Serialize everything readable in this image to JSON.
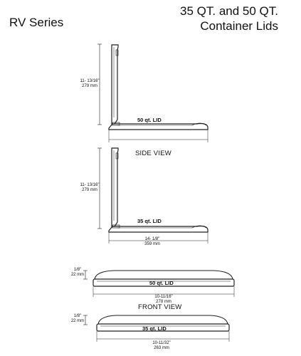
{
  "header": {
    "series": "RV Series",
    "title_line1": "35 QT. and 50 QT.",
    "title_line2": "Container Lids"
  },
  "side_view": {
    "label": "SIDE VIEW",
    "lid50": {
      "name": "50 qt. LID",
      "height_in": "11- 13/16\"",
      "height_mm": "279 mm"
    },
    "lid35": {
      "name": "35 qt. LID",
      "height_in": "11- 13/16\"",
      "height_mm": "279 mm",
      "width_in": "14- 1/8\"",
      "width_mm": "359 mm"
    }
  },
  "front_view": {
    "label": "FRONT VIEW",
    "lid50": {
      "name": "50 qt. LID",
      "height_in": "1/8\"",
      "height_mm": "22 mm",
      "width_in": "10-11/16\"",
      "width_mm": "278 mm"
    },
    "lid35": {
      "name": "35 qt. LID",
      "height_in": "1/8\"",
      "height_mm": "22 mm",
      "width_in": "10-11/32\"",
      "width_mm": "263 mm"
    }
  }
}
